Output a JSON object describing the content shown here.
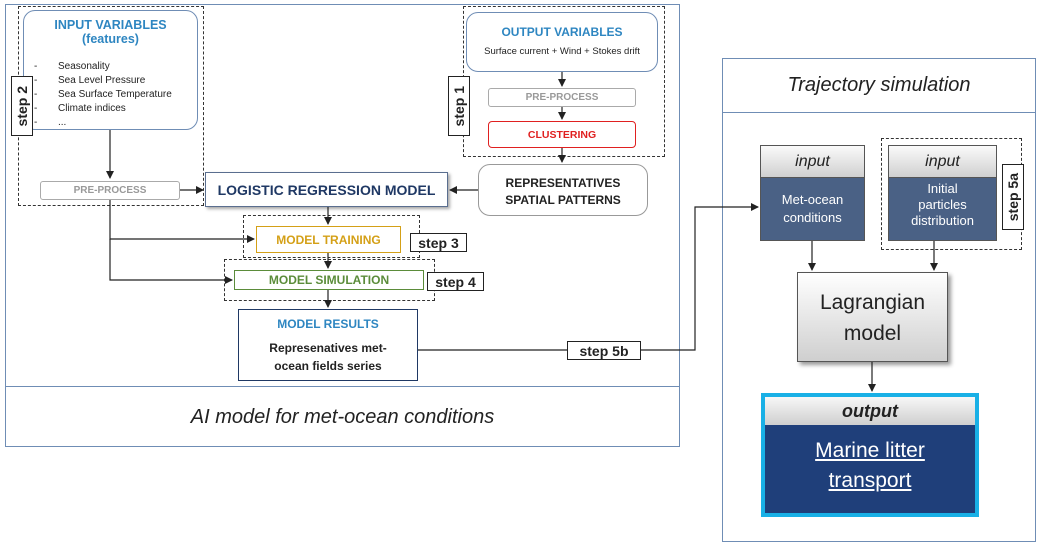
{
  "ai_panel": {
    "title": "AI model for met-ocean conditions"
  },
  "input_vars": {
    "title": "INPUT VARIABLES",
    "subtitle": "(features)",
    "items": [
      "Seasonality",
      "Sea Level Pressure",
      "Sea Surface Temperature",
      "Climate indices",
      "..."
    ],
    "bullet": "-"
  },
  "output_vars": {
    "title": "OUTPUT VARIABLES",
    "text": "Surface current + Wind + Stokes drift"
  },
  "preprocess_left": "PRE-PROCESS",
  "preprocess_right": "PRE-PROCESS",
  "clustering": "CLUSTERING",
  "representatives": {
    "line1": "REPRESENTATIVES",
    "line2": "SPATIAL PATTERNS"
  },
  "logistic": "LOGISTIC REGRESSION MODEL",
  "training": "MODEL TRAINING",
  "simulation": "MODEL SIMULATION",
  "results": {
    "title": "MODEL RESULTS",
    "line1": "Represenatives met-",
    "line2": "ocean fields series"
  },
  "steps": {
    "s1": "step 1",
    "s2": "step 2",
    "s3": "step 3",
    "s4": "step 4",
    "s5a": "step 5a",
    "s5b": "step 5b"
  },
  "trajectory": {
    "title": "Trajectory simulation",
    "input_header": "input",
    "metocean": {
      "line1": "Met-ocean",
      "line2": "conditions"
    },
    "initial": {
      "line1": "Initial",
      "line2": "particles",
      "line3": "distribution"
    },
    "lagrangian": {
      "line1": "Lagrangian",
      "line2": "model"
    },
    "output_header": "output",
    "output": {
      "line1": "Marine litter",
      "line2": "transport"
    }
  },
  "colors": {
    "blue_title": "#2e86c1",
    "navy": "#1f3864",
    "gold": "#d4a017",
    "green": "#5b8c3a",
    "red": "#e02020",
    "slate": "#4a6185",
    "output_blue": "#1f3f7a",
    "cyan_border": "#19b0e6"
  }
}
